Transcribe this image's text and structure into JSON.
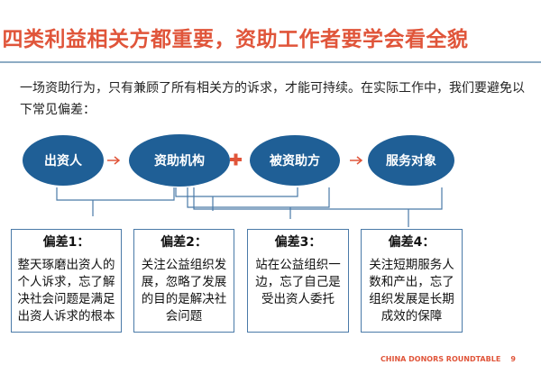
{
  "title": "四类利益相关方都重要，资助工作者要学会看全貌",
  "intro": "一场资助行为，只有兼顾了所有相关方的诉求，才能可持续。在实际工作中，我们要避免以下常见偏差：",
  "nodes": [
    "出资人",
    "资助机构",
    "被资助方",
    "服务对象"
  ],
  "connectors": [
    "arrow",
    "plus",
    "arrow"
  ],
  "biases": [
    {
      "heading": "偏差1：",
      "text": "整天琢磨出资人的个人诉求，忘了解决社会问题是满足出资人诉求的根本"
    },
    {
      "heading": "偏差2：",
      "text": "关注公益组织发展，忽略了发展的目的是解决社会问题"
    },
    {
      "heading": "偏差3：",
      "text": "站在公益组织一边，忘了自己是受出资人委托"
    },
    {
      "heading": "偏差4：",
      "text": "关注短期服务人数和产出，忘了组织发展是长期成效的保障"
    }
  ],
  "footer": {
    "org": "CHINA DONORS ROUNDTABLE",
    "page": "9"
  },
  "colors": {
    "accent": "#e0553a",
    "node": "#1f5f96",
    "line": "#4a7aa8"
  }
}
